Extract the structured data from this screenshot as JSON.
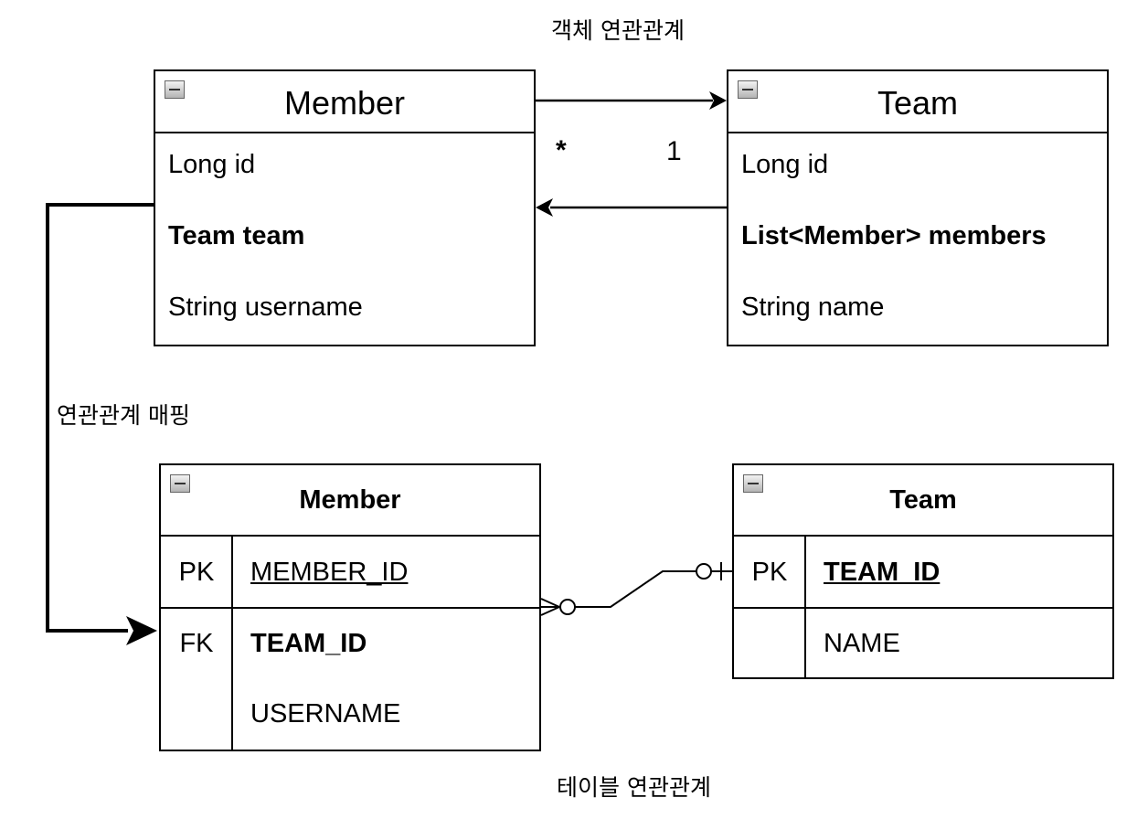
{
  "captions": {
    "object_relation": "객체 연관관계",
    "mapping": "연관관계 매핑",
    "table_relation": "테이블 연관관계"
  },
  "object_model": {
    "member": {
      "title": "Member",
      "fields": [
        "Long id",
        "Team team",
        "String username"
      ]
    },
    "team": {
      "title": "Team",
      "fields": [
        "Long id",
        "List<Member> members",
        "String name"
      ]
    },
    "multiplicity": {
      "member_side": "*",
      "team_side": "1"
    }
  },
  "table_model": {
    "member": {
      "title": "Member",
      "rows": [
        {
          "key": "PK",
          "name": "MEMBER_ID"
        },
        {
          "key": "FK",
          "name": "TEAM_ID"
        },
        {
          "key": "",
          "name": "USERNAME"
        }
      ]
    },
    "team": {
      "title": "Team",
      "rows": [
        {
          "key": "PK",
          "name": "TEAM_ID"
        },
        {
          "key": "",
          "name": "NAME"
        }
      ]
    }
  }
}
